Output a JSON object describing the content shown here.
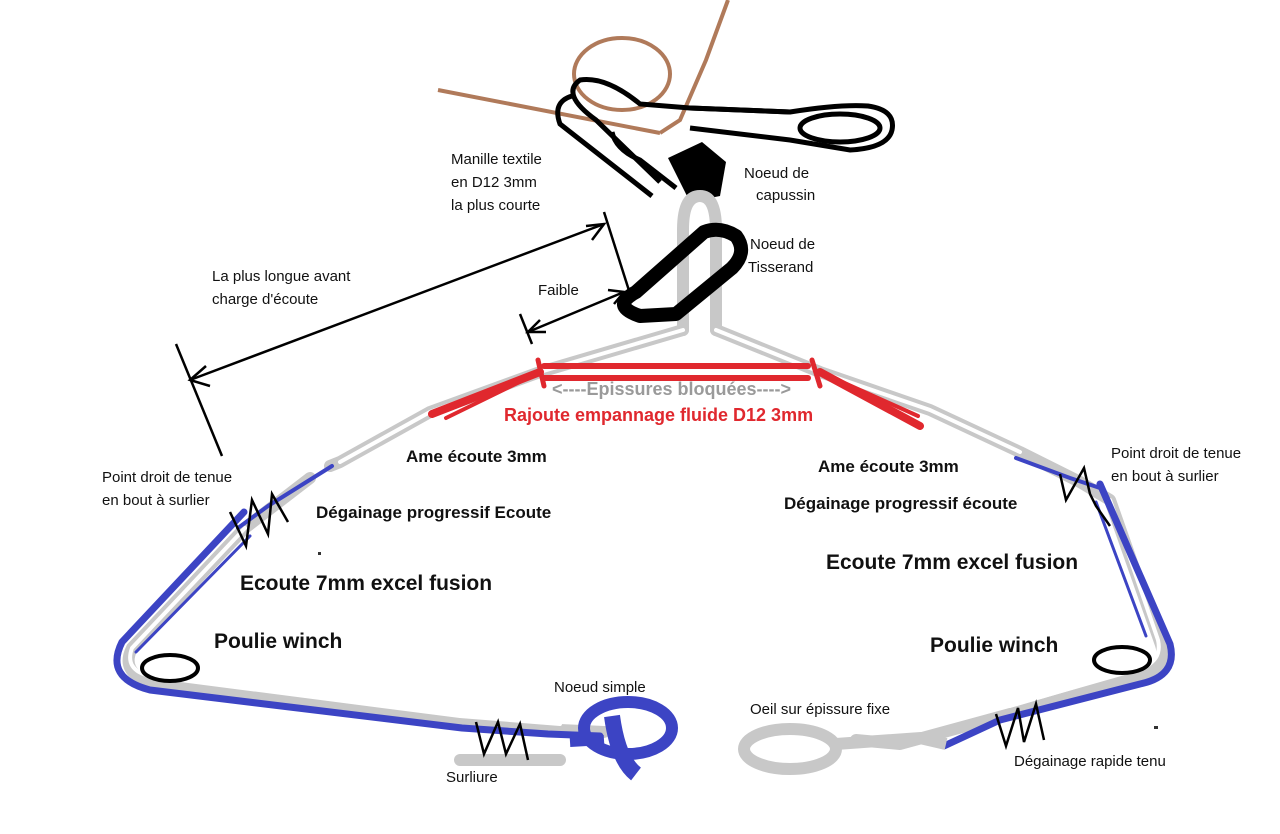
{
  "labels": {
    "manille_line1": "Manille textile",
    "manille_line2": "en D12 3mm",
    "manille_line3": "la plus courte",
    "capussin_line1": "Noeud  de",
    "capussin_line2": "capussin",
    "tisserand_line1": "Noeud de",
    "tisserand_line2": "Tisserand",
    "longue_line1": "La plus longue avant",
    "longue_line2": "charge d'écoute",
    "faible": "Faible",
    "epissures": "<----Epissures bloquées---->",
    "rajoute": "Rajoute empannage fluide D12 3mm",
    "ame_left": "Ame écoute 3mm",
    "ame_right": "Ame écoute 3mm",
    "point_left_line1": "Point droit de tenue",
    "point_left_line2": "en bout à surlier",
    "point_right_line1": "Point droit de tenue",
    "point_right_line2": "en bout à surlier",
    "degainage_left": "Dégainage progressif Ecoute",
    "degainage_right": "Dégainage progressif écoute",
    "ecoute_left": "Ecoute 7mm excel fusion",
    "ecoute_right": "Ecoute 7mm excel fusion",
    "poulie_left": "Poulie winch",
    "poulie_right": "Poulie winch",
    "noeud_simple": "Noeud simple",
    "surliure": "Surliure",
    "oeil": "Oeil sur épissure fixe",
    "degainage_rapide": "Dégainage rapide tenu"
  },
  "colors": {
    "rope_gray": "#c8c8c8",
    "sheet_blue": "#3c44c4",
    "red_line": "#e0282e",
    "black": "#000000",
    "brown": "#b07a5a"
  }
}
